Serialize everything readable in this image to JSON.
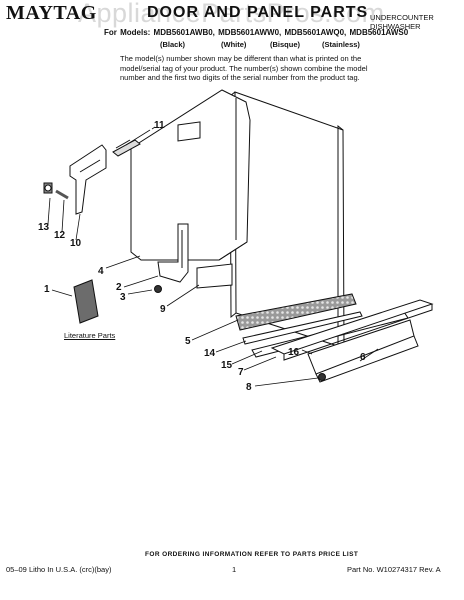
{
  "header": {
    "brand": "MAYTAG",
    "title": "DOOR AND PANEL PARTS",
    "category_line1": "UNDERCOUNTER",
    "category_line2": "DISHWASHER",
    "models_line": "For Models: MDB5601AWB0, MDB5601AWW0, MDB5601AWQ0, MDB5601AWS0",
    "colors": [
      "(Black)",
      "(White)",
      "(Bisque)",
      "(Stainless)"
    ],
    "note": "The model(s) number shown may be different than what is printed on the model/serial tag of your product. The number(s) shown combine the model number and the first two digits of the serial number from the product tag."
  },
  "watermark": "AppliancePartsPros.com",
  "diagram": {
    "callouts": [
      "11",
      "13",
      "12",
      "10",
      "4",
      "1",
      "2",
      "3",
      "9",
      "5",
      "14",
      "15",
      "7",
      "16",
      "6",
      "8"
    ],
    "literature_label": "Literature Parts"
  },
  "footer": {
    "ordering": "FOR ORDERING INFORMATION REFER TO PARTS PRICE LIST",
    "litho": "05–09 Litho In U.S.A. (crc)(bay)",
    "page": "1",
    "part_no": "Part No. W10274317 Rev. A"
  }
}
